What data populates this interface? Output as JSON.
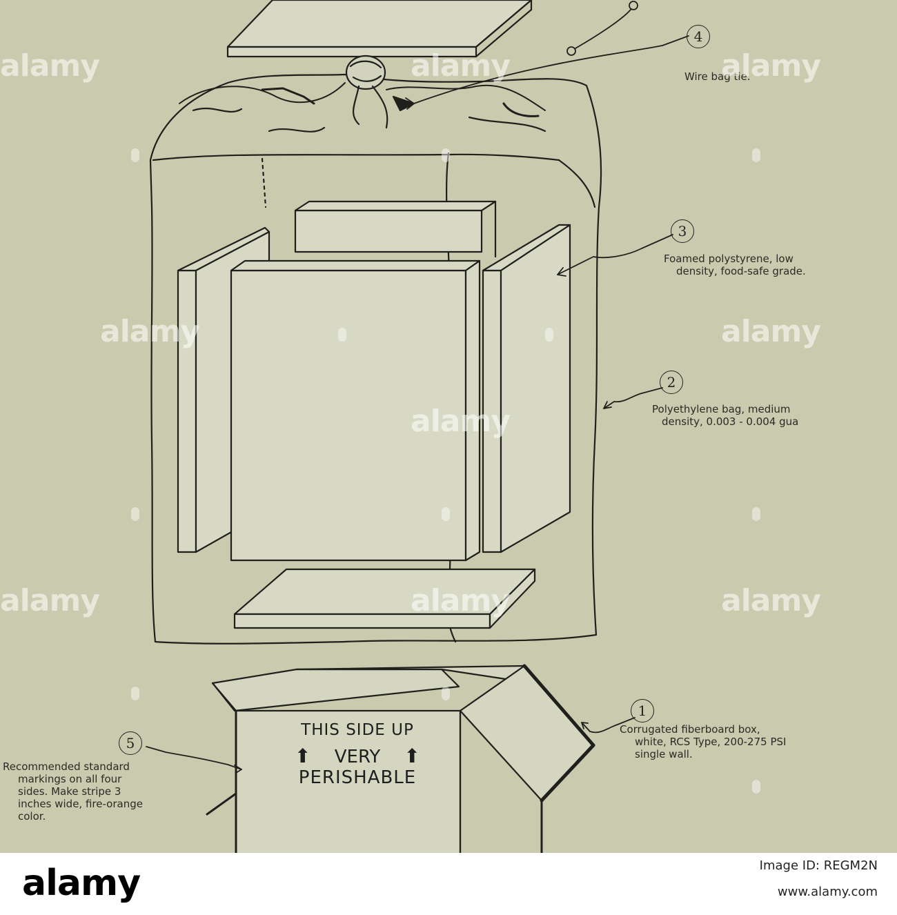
{
  "callouts": [
    {
      "number": "1",
      "lines": [
        "Corrugated fiberboard box,",
        "white, RCS Type, 200-275 PSI",
        "single wall."
      ]
    },
    {
      "number": "2",
      "lines": [
        "Polyethylene bag, medium",
        "density, 0.003 - 0.004 gua"
      ]
    },
    {
      "number": "3",
      "lines": [
        "Foamed polystyrene, low",
        "density, food-safe grade."
      ]
    },
    {
      "number": "4",
      "lines": [
        "Wire bag tie."
      ]
    },
    {
      "number": "5",
      "lines": [
        "Recommended standard",
        "markings on all four",
        "sides.  Make stripe 3",
        "inches wide, fire-orange",
        "color."
      ]
    }
  ],
  "box_markings": {
    "line1": "THIS SIDE UP",
    "line2": "VERY",
    "line3": "PERISHABLE",
    "arrow_icon": "up-arrow-icon"
  },
  "watermark": {
    "text": "alamy"
  },
  "footer": {
    "logo": "alamy",
    "image_code": "Image ID: REGM2N",
    "site": "www.alamy.com"
  },
  "colors": {
    "paper": "#c9caae",
    "ink": "#222222",
    "footer_bg": "#ffffff"
  }
}
